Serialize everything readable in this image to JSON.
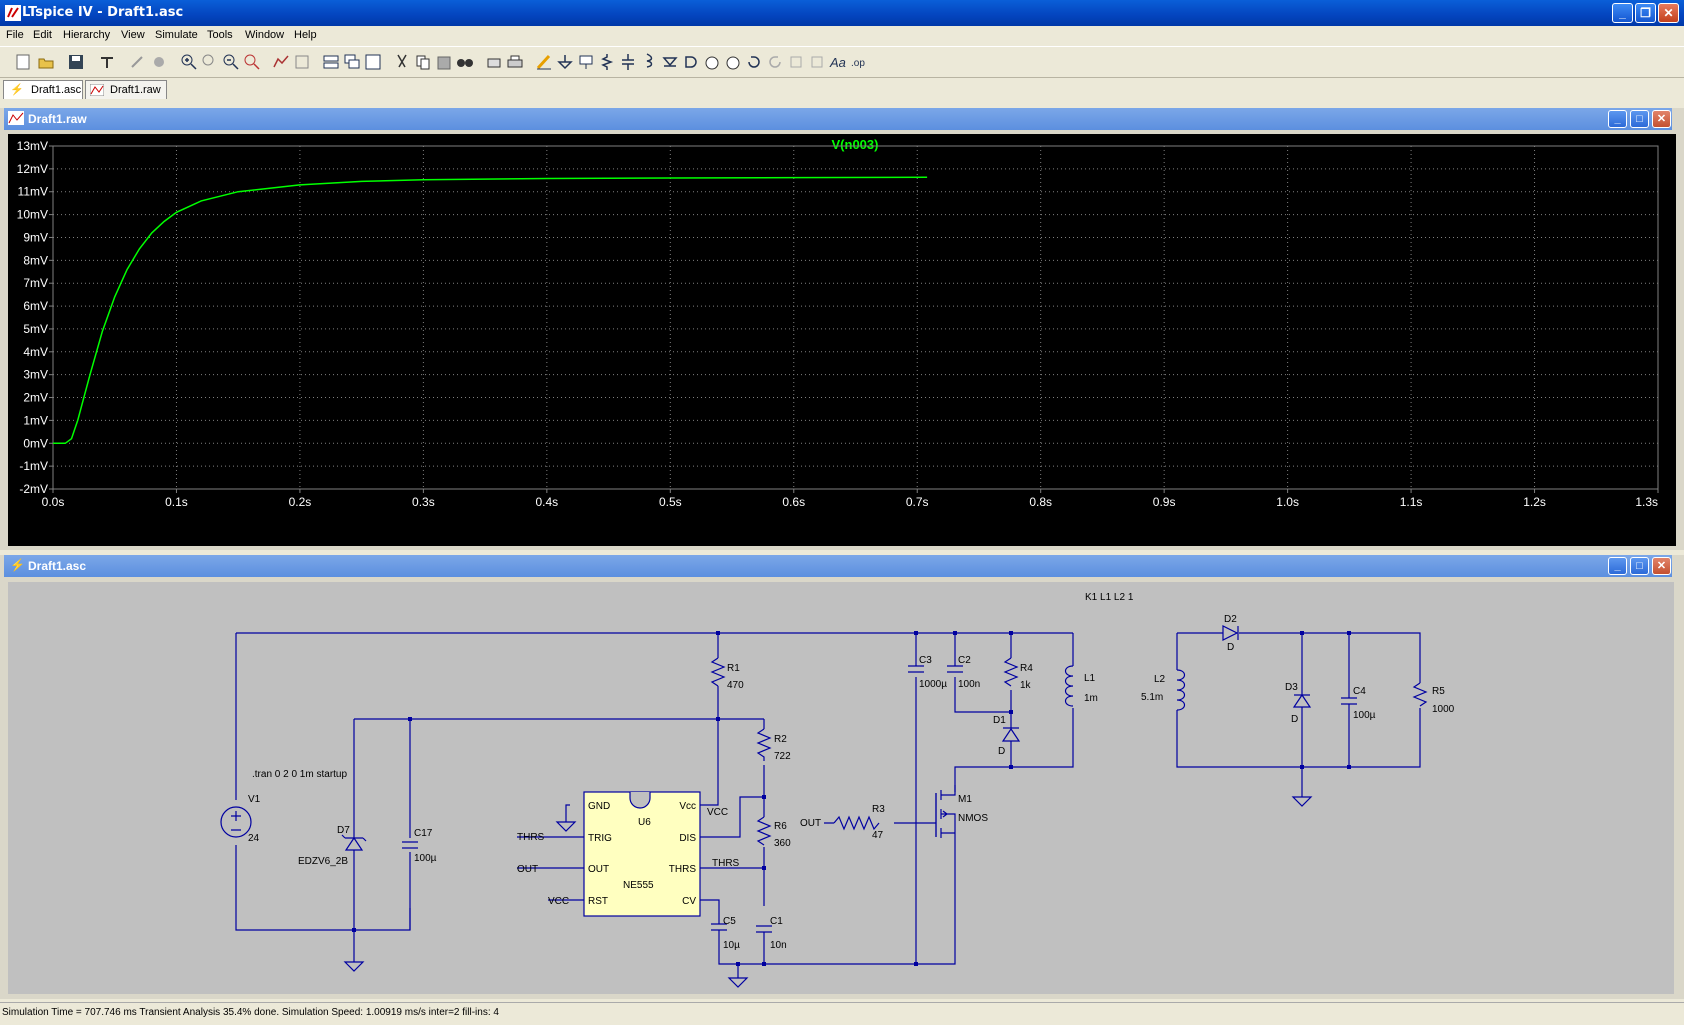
{
  "app": {
    "title": "LTspice IV - Draft1.asc"
  },
  "menu": [
    "File",
    "Edit",
    "Hierarchy",
    "View",
    "Simulate",
    "Tools",
    "Window",
    "Help"
  ],
  "tabs": [
    {
      "label": "Draft1.asc",
      "active": true
    },
    {
      "label": "Draft1.raw",
      "active": false
    }
  ],
  "waveform": {
    "window_title": "Draft1.raw",
    "trace_name": "V(n003)",
    "trace_color": "#00ff00",
    "background": "#000000"
  },
  "schematic": {
    "window_title": "Draft1.asc",
    "background": "#c0c0c0",
    "wire_color": "#0000a0",
    "directive_tran": ".tran 0 2 0 1m startup",
    "directive_k": "K1 L1 L2 1",
    "components": {
      "V1": {
        "name": "V1",
        "value": "24"
      },
      "D7": {
        "name": "D7",
        "value": "EDZV6_2B"
      },
      "C17": {
        "name": "C17",
        "value": "100µ"
      },
      "R1": {
        "name": "R1",
        "value": "470"
      },
      "R2": {
        "name": "R2",
        "value": "722"
      },
      "R6": {
        "name": "R6",
        "value": "360"
      },
      "C5": {
        "name": "C5",
        "value": "10µ"
      },
      "C1": {
        "name": "C1",
        "value": "10n"
      },
      "U6": {
        "name": "U6",
        "value": "NE555",
        "pins": {
          "gnd": "GND",
          "trig": "TRIG",
          "out": "OUT",
          "rst": "RST",
          "vcc": "Vcc",
          "dis": "DIS",
          "thrs": "THRS",
          "cv": "CV"
        }
      },
      "R3": {
        "name": "R3",
        "value": "47"
      },
      "M1": {
        "name": "M1",
        "value": "NMOS"
      },
      "C3": {
        "name": "C3",
        "value": "1000µ"
      },
      "C2": {
        "name": "C2",
        "value": "100n"
      },
      "R4": {
        "name": "R4",
        "value": "1k"
      },
      "D1": {
        "name": "D1",
        "value": "D"
      },
      "L1": {
        "name": "L1",
        "value": "1m"
      },
      "L2": {
        "name": "L2",
        "value": "5.1m"
      },
      "D2": {
        "name": "D2",
        "value": "D"
      },
      "D3": {
        "name": "D3",
        "value": "D"
      },
      "C4": {
        "name": "C4",
        "value": "100µ"
      },
      "R5": {
        "name": "R5",
        "value": "1000"
      }
    },
    "net_labels": {
      "thrs_in": "THRS",
      "out_in": "OUT",
      "vcc_in": "VCC",
      "vcc_out": "VCC",
      "thrs_out": "THRS",
      "out_gate": "OUT"
    }
  },
  "status": "Simulation Time = 707.746 ms  Transient Analysis 35.4% done. Simulation Speed: 1.00919 ms/s inter=2 fill-ins: 4",
  "chart_data": {
    "type": "line",
    "title": "V(n003)",
    "xlabel": "",
    "ylabel": "",
    "x_ticks": [
      "0.0s",
      "0.1s",
      "0.2s",
      "0.3s",
      "0.4s",
      "0.5s",
      "0.6s",
      "0.7s",
      "0.8s",
      "0.9s",
      "1.0s",
      "1.1s",
      "1.2s",
      "1.3s"
    ],
    "y_ticks": [
      "13mV",
      "12mV",
      "11mV",
      "10mV",
      "9mV",
      "8mV",
      "7mV",
      "6mV",
      "5mV",
      "4mV",
      "3mV",
      "2mV",
      "1mV",
      "0mV",
      "-1mV",
      "-2mV"
    ],
    "xlim": [
      0,
      1.3
    ],
    "ylim": [
      -2,
      13
    ],
    "grid": true,
    "series": [
      {
        "name": "V(n003)",
        "color": "#00ff00",
        "x": [
          0,
          0.01,
          0.015,
          0.02,
          0.03,
          0.04,
          0.05,
          0.06,
          0.07,
          0.08,
          0.09,
          0.1,
          0.12,
          0.15,
          0.2,
          0.25,
          0.3,
          0.4,
          0.5,
          0.6,
          0.708
        ],
        "y": [
          0,
          0,
          0.2,
          1.0,
          3.0,
          4.9,
          6.4,
          7.6,
          8.5,
          9.2,
          9.7,
          10.1,
          10.6,
          11.0,
          11.3,
          11.45,
          11.52,
          11.58,
          11.6,
          11.62,
          11.63
        ]
      }
    ]
  }
}
